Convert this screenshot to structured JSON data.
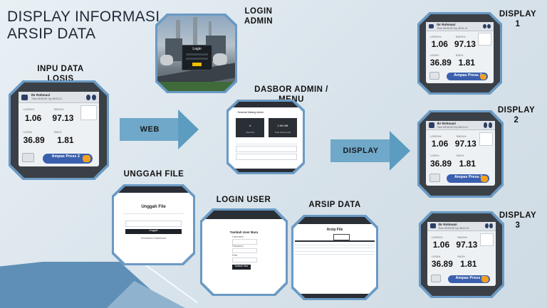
{
  "title": {
    "line1": "DISPLAY INFORMASI",
    "line2": "ARSIP DATA"
  },
  "labels": {
    "input": "INPU DATA LOSIS",
    "login_admin": "LOGIN ADMIN",
    "dashboard": "DASBOR ADMIN / MENU",
    "upload": "UNGGAH FILE",
    "login_user": "LOGIN USER",
    "archive": "ARSIP DATA",
    "display1": "DISPLAY 1",
    "display2": "DISPLAY 2",
    "display3": "DISPLAY 3"
  },
  "arrows": {
    "web": "WEB",
    "display": "DISPLAY"
  },
  "hmi": {
    "name": "Ibr Rohmani",
    "sub": "Time 08:05:05 Top 08:01:21",
    "values": [
      "1.06",
      "97.13",
      "36.89",
      "1.81"
    ],
    "captions": [
      "LOSS%%",
      "RAD%%",
      "LOSS%",
      "RAD%"
    ],
    "footer": "Ampas Press 2"
  },
  "screens": {
    "login_title": "Login",
    "dashboard_header": "Selamat Datang Admin",
    "dashboard_cards": [
      "4",
      "2.96 MB"
    ],
    "dashboard_card_caps": [
      "Total File",
      "Total Ukuran File"
    ],
    "upload_title": "Unggah File",
    "upload_button": "Unggah",
    "upload_link": "Kembali ke Dashboard",
    "login_user_title": "Tambah User Baru",
    "login_user_fields": [
      "Username",
      "Password",
      "Role"
    ],
    "login_user_button": "Tambah User",
    "archive_title": "Arsip File"
  }
}
